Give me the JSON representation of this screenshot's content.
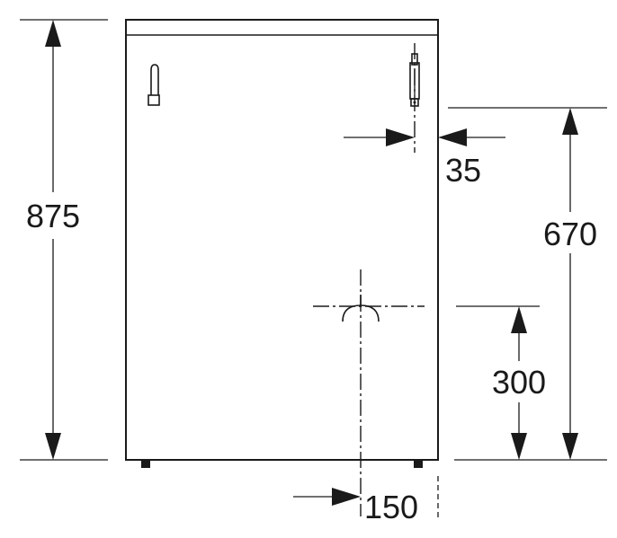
{
  "dimensions": {
    "total_height": {
      "label": "875"
    },
    "top_connection_height": {
      "label": "670"
    },
    "drain_height": {
      "label": "300"
    },
    "top_connection_offset": {
      "label": "35"
    },
    "drain_offset": {
      "label": "150"
    }
  },
  "colors": {
    "ink": "#1a1a1a",
    "background": "#ffffff"
  }
}
